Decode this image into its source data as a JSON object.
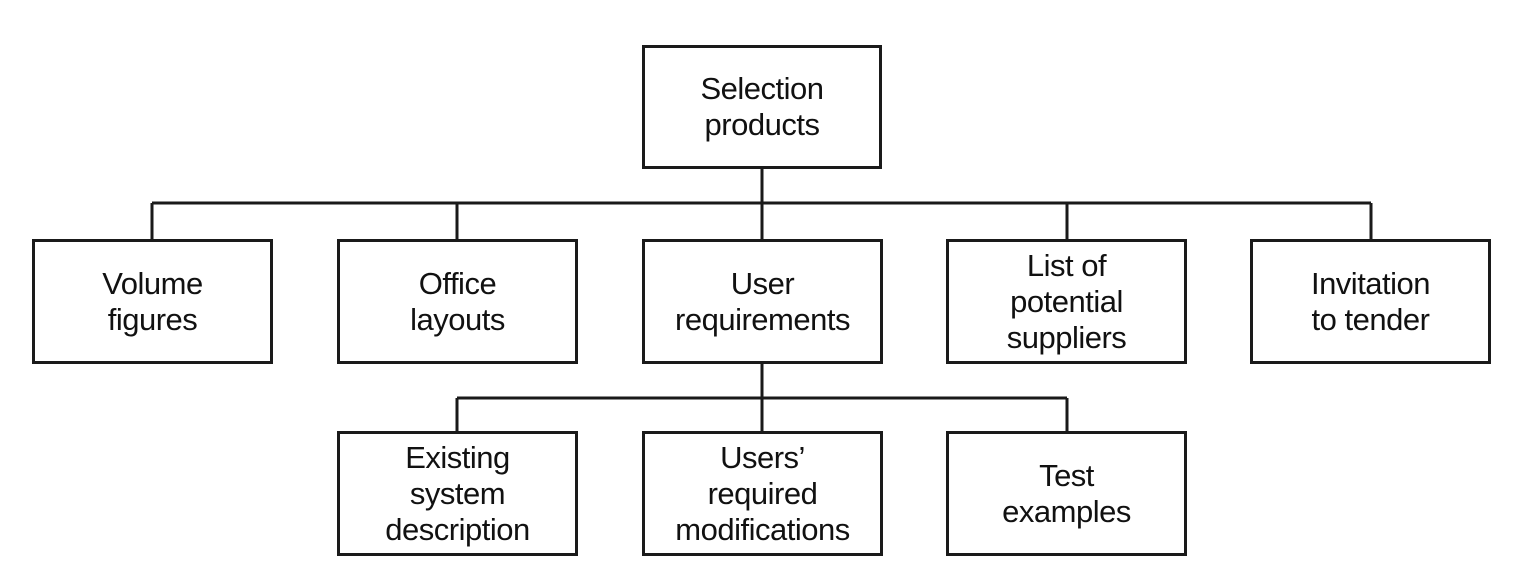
{
  "diagram": {
    "root": {
      "lines": [
        "Selection",
        "products"
      ]
    },
    "level1": [
      {
        "lines": [
          "Volume",
          "figures"
        ]
      },
      {
        "lines": [
          "Office",
          "layouts"
        ]
      },
      {
        "lines": [
          "User",
          "requirements"
        ]
      },
      {
        "lines": [
          "List of",
          "potential",
          "suppliers"
        ]
      },
      {
        "lines": [
          "Invitation",
          "to tender"
        ]
      }
    ],
    "level2": [
      {
        "lines": [
          "Existing",
          "system",
          "description"
        ]
      },
      {
        "lines": [
          "Users’",
          "required",
          "modifications"
        ]
      },
      {
        "lines": [
          "Test",
          "examples"
        ]
      }
    ],
    "colors": {
      "stroke": "#1a1a1a",
      "text": "#111111",
      "background": "#ffffff"
    }
  }
}
